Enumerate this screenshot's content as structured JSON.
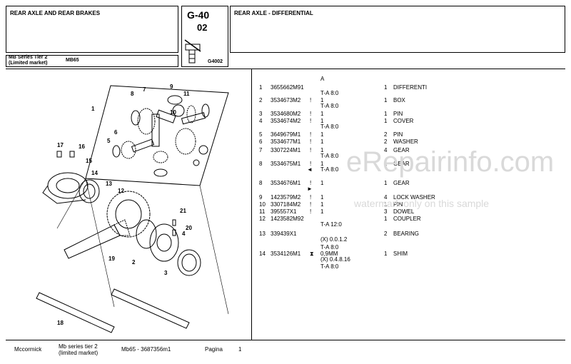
{
  "header": {
    "left_title": "REAR AXLE AND REAR BRAKES",
    "group_code": "G-40",
    "group_sub": "02",
    "right_title": "REAR AXLE - DIFFERENTIAL",
    "series_line1": "MB Series Tier 2",
    "series_line2": "(Limited market)",
    "model": "MB65",
    "figure_code": "G4002"
  },
  "parts": {
    "column_a": "A",
    "rows": [
      {
        "ref": "1",
        "part": "3655662M91",
        "flag": "",
        "qty": "",
        "desc": "DIFFERENTI",
        "qty2": "1",
        "note": "T-A 8:0",
        "note_arrow": ""
      },
      {
        "ref": "2",
        "part": "3534673M2",
        "flag": "!",
        "qty": "1",
        "desc": "BOX",
        "qty2": "1",
        "note": "T-A 8:0",
        "note_arrow": ""
      },
      {
        "ref": "3",
        "part": "3534680M2",
        "flag": "!",
        "qty": "1",
        "desc": "PIN",
        "qty2": "1",
        "note": "",
        "note_arrow": ""
      },
      {
        "ref": "4",
        "part": "3534674M2",
        "flag": "!",
        "qty": "1",
        "desc": "COVER",
        "qty2": "1",
        "note": "T-A 8:0",
        "note_arrow": ""
      },
      {
        "ref": "5",
        "part": "3649679M1",
        "flag": "!",
        "qty": "1",
        "desc": "PIN",
        "qty2": "2",
        "note": "",
        "note_arrow": ""
      },
      {
        "ref": "6",
        "part": "3534677M1",
        "flag": "!",
        "qty": "1",
        "desc": "WASHER",
        "qty2": "2",
        "note": "",
        "note_arrow": ""
      },
      {
        "ref": "7",
        "part": "3307224M1",
        "flag": "!",
        "qty": "1",
        "desc": "GEAR",
        "qty2": "4",
        "note": "T-A 8:0",
        "note_arrow": ""
      },
      {
        "ref": "8",
        "part": "3534675M1",
        "flag": "!",
        "qty": "1",
        "desc": "GEAR",
        "qty2": "1",
        "note": "T-A 8:0",
        "note_arrow": "◄"
      },
      {
        "ref": "8",
        "part": "3534676M1",
        "flag": "!",
        "qty": "1",
        "desc": "GEAR",
        "qty2": "1",
        "note": "",
        "note_arrow": "►"
      },
      {
        "ref": "9",
        "part": "1423579M2",
        "flag": "!",
        "qty": "1",
        "desc": "LOCK WASHER",
        "qty2": "4",
        "note": "",
        "note_arrow": ""
      },
      {
        "ref": "10",
        "part": "3307184M2",
        "flag": "!",
        "qty": "1",
        "desc": "PIN",
        "qty2": "1",
        "note": "",
        "note_arrow": ""
      },
      {
        "ref": "11",
        "part": "395557X1",
        "flag": "!",
        "qty": "1",
        "desc": "DOWEL",
        "qty2": "3",
        "note": "",
        "note_arrow": ""
      },
      {
        "ref": "12",
        "part": "1423582M92",
        "flag": "",
        "qty": "",
        "desc": "COUPLER",
        "qty2": "1",
        "note": "T-A 12:0",
        "note_arrow": ""
      },
      {
        "ref": "13",
        "part": "339439X1",
        "flag": "",
        "qty": "",
        "desc": "BEARING",
        "qty2": "2",
        "note": "(X) 0.0.1.2",
        "note_arrow": ""
      },
      {
        "ref": "",
        "part": "",
        "flag": "",
        "qty": "",
        "desc": "",
        "qty2": "",
        "note": "T-A 8:0",
        "note_arrow": ""
      },
      {
        "ref": "14",
        "part": "3534126M1",
        "flag": "⧗",
        "qty": "0,9MM",
        "desc": "SHIM",
        "qty2": "1",
        "note": "(X) 0.4.8.16",
        "note_arrow": ""
      },
      {
        "ref": "",
        "part": "",
        "flag": "",
        "qty": "",
        "desc": "",
        "qty2": "",
        "note": "T-A 8:0",
        "note_arrow": ""
      }
    ]
  },
  "diagram": {
    "callouts": [
      "1",
      "2",
      "3",
      "4",
      "5",
      "6",
      "7",
      "8",
      "9",
      "10",
      "11",
      "12",
      "13",
      "14",
      "15",
      "16",
      "17",
      "18",
      "19",
      "20",
      "21"
    ]
  },
  "footer": {
    "brand": "Mccormick",
    "series_line1": "Mb series tier 2",
    "series_line2": "(limited market)",
    "doc": "Mb65  - 3687356m1",
    "page_label": "Pagina",
    "page_num": "1"
  },
  "watermark": {
    "main": "eRepairinfo.com",
    "sub": "watermark only on this sample"
  }
}
